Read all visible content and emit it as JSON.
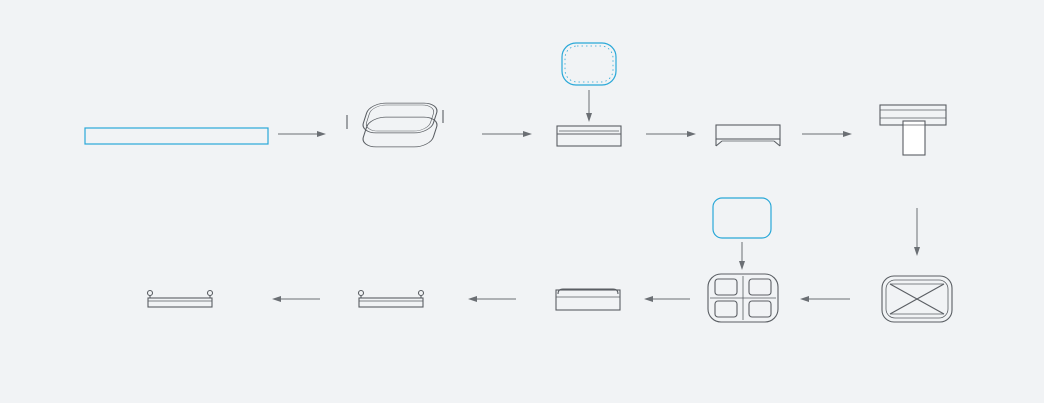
{
  "diagram": {
    "type": "process-flow",
    "colors": {
      "background": "#f1f3f5",
      "line": "#5a5e63",
      "accent": "#2aa8d8"
    },
    "rows": [
      {
        "direction": "left-to-right",
        "steps": [
          {
            "id": "flat-strip",
            "icon": "flat-strip-icon",
            "highlight": true
          },
          {
            "id": "formed-ring",
            "icon": "formed-ring-icon"
          },
          {
            "id": "frame-with-insert",
            "icon": "frame-insert-icon",
            "input": {
              "id": "rounded-plate",
              "icon": "rounded-plate-icon",
              "highlight": true
            }
          },
          {
            "id": "flanged-frame",
            "icon": "flanged-frame-icon"
          },
          {
            "id": "frame-on-press",
            "icon": "press-icon"
          }
        ]
      },
      {
        "direction": "right-to-left",
        "steps": [
          {
            "id": "cross-braced-frame",
            "icon": "cross-braced-icon"
          },
          {
            "id": "divided-frame",
            "icon": "divided-frame-icon",
            "input": {
              "id": "panel-plate",
              "icon": "panel-plate-icon",
              "highlight": true
            }
          },
          {
            "id": "curled-frame",
            "icon": "curled-frame-icon"
          },
          {
            "id": "handle-frame",
            "icon": "handle-frame-icon"
          },
          {
            "id": "finished-tray",
            "icon": "finished-tray-icon"
          }
        ]
      }
    ],
    "connections": [
      {
        "from": "flat-strip",
        "to": "formed-ring"
      },
      {
        "from": "formed-ring",
        "to": "frame-with-insert"
      },
      {
        "from": "rounded-plate",
        "to": "frame-with-insert"
      },
      {
        "from": "frame-with-insert",
        "to": "flanged-frame"
      },
      {
        "from": "flanged-frame",
        "to": "frame-on-press"
      },
      {
        "from": "frame-on-press",
        "to": "cross-braced-frame"
      },
      {
        "from": "cross-braced-frame",
        "to": "divided-frame"
      },
      {
        "from": "panel-plate",
        "to": "divided-frame"
      },
      {
        "from": "divided-frame",
        "to": "curled-frame"
      },
      {
        "from": "curled-frame",
        "to": "handle-frame"
      },
      {
        "from": "handle-frame",
        "to": "finished-tray"
      }
    ]
  }
}
